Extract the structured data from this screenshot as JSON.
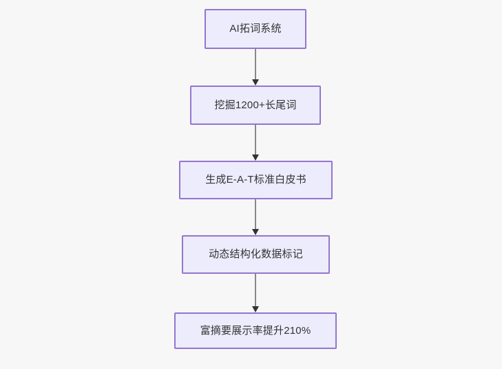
{
  "diagram": {
    "type": "flowchart",
    "orientation": "top-to-bottom",
    "background_color": "#f7f7f7",
    "node_fill_color": "#ececfd",
    "node_border_color": "#9575cd",
    "node_text_color": "#333333",
    "connector_color": "#888888",
    "arrowhead_color": "#333333",
    "nodes": [
      {
        "id": "node-1",
        "label": "AI拓词系统"
      },
      {
        "id": "node-2",
        "label": "挖掘1200+长尾词"
      },
      {
        "id": "node-3",
        "label": "生成E-A-T标准白皮书"
      },
      {
        "id": "node-4",
        "label": "动态结构化数据标记"
      },
      {
        "id": "node-5",
        "label": "富摘要展示率提升210%"
      }
    ],
    "edges": [
      {
        "id": "edge-1",
        "from": "node-1",
        "to": "node-2"
      },
      {
        "id": "edge-2",
        "from": "node-2",
        "to": "node-3"
      },
      {
        "id": "edge-3",
        "from": "node-3",
        "to": "node-4"
      },
      {
        "id": "edge-4",
        "from": "node-4",
        "to": "node-5"
      }
    ]
  }
}
